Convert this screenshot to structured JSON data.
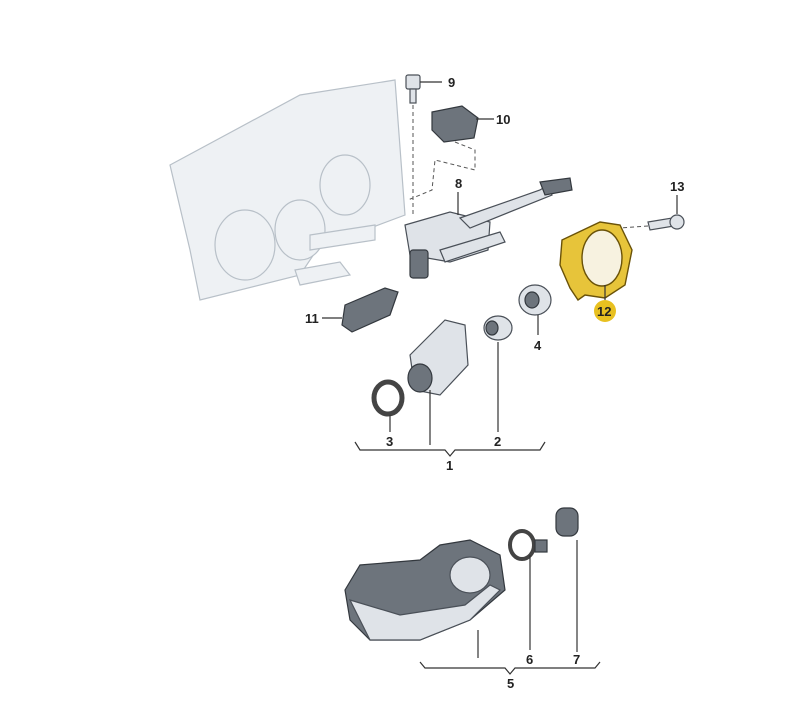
{
  "diagram": {
    "callouts": {
      "p1": "1",
      "p2": "2",
      "p3": "3",
      "p4": "4",
      "p5": "5",
      "p6": "6",
      "p7": "7",
      "p8": "8",
      "p9": "9",
      "p10": "10",
      "p11": "11",
      "p12": "12",
      "p13": "13"
    },
    "highlight_part": "12",
    "highlight_color": "#e8c020"
  }
}
